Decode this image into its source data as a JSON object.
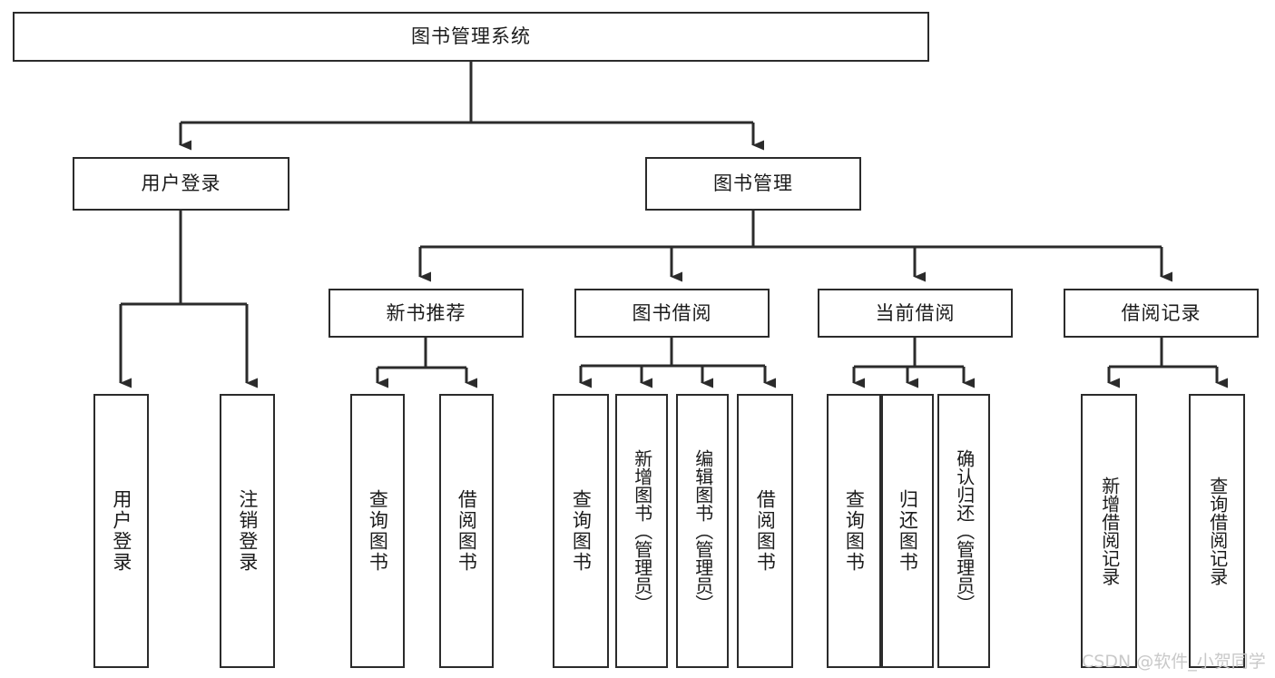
{
  "diagram": {
    "type": "tree-hierarchy",
    "title": "图书管理系统",
    "watermark": "CSDN @软件_小贺同学",
    "colors": {
      "background": "#ffffff",
      "box_border": "#2b2b2b",
      "connector": "#2b2b2b",
      "text": "#1b1b1b",
      "watermark": "#c9c9c9"
    },
    "root": {
      "label": "图书管理系统"
    },
    "level1": [
      {
        "label": "用户登录"
      },
      {
        "label": "图书管理"
      }
    ],
    "level2": [
      {
        "label": "新书推荐"
      },
      {
        "label": "图书借阅"
      },
      {
        "label": "当前借阅"
      },
      {
        "label": "借阅记录"
      }
    ],
    "leaves": {
      "user_login": [
        {
          "label": "用户登录"
        },
        {
          "label": "注销登录"
        }
      ],
      "new_book_recommend": [
        {
          "label": "查询图书"
        },
        {
          "label": "借阅图书"
        }
      ],
      "book_borrow": [
        {
          "label": "查询图书"
        },
        {
          "label": "新增图书（管理员）"
        },
        {
          "label": "编辑图书（管理员）"
        },
        {
          "label": "借阅图书"
        }
      ],
      "current_borrow": [
        {
          "label": "查询图书"
        },
        {
          "label": "归还图书"
        },
        {
          "label": "确认归还（管理员）"
        }
      ],
      "borrow_records": [
        {
          "label": "新增借阅记录"
        },
        {
          "label": "查询借阅记录"
        }
      ]
    }
  }
}
